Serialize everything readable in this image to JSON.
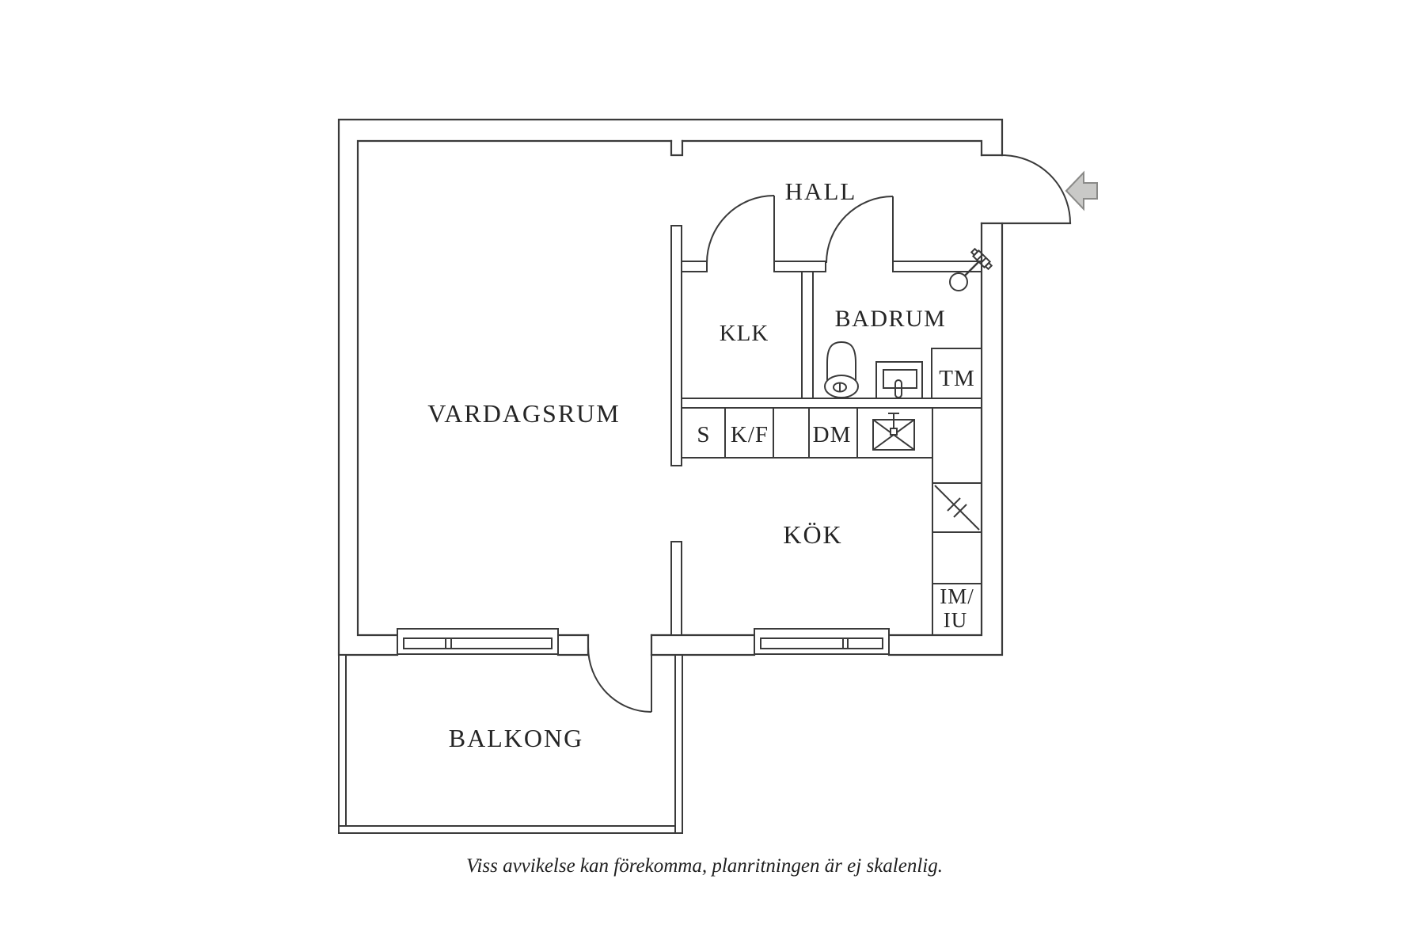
{
  "page": {
    "caption": "Viss avvikelse kan förekomma, planritningen är ej skalenlig.",
    "background_color": "#ffffff"
  },
  "plan": {
    "line_color": "#3a3a3a",
    "label_color": "#252525",
    "arrow_fill": "#c9c9c7",
    "arrow_stroke": "#8a8a88",
    "rooms": {
      "vardagsrum": {
        "label": "VARDAGSRUM"
      },
      "hall": {
        "label": "HALL"
      },
      "klk": {
        "label": "KLK"
      },
      "badrum": {
        "label": "BADRUM"
      },
      "kok": {
        "label": "KÖK"
      },
      "balkong": {
        "label": "BALKONG"
      }
    },
    "appliances": {
      "tm": {
        "label": "TM"
      },
      "s": {
        "label": "S"
      },
      "kf": {
        "label": "K/F"
      },
      "dm": {
        "label": "DM"
      },
      "im_iu": {
        "label_line1": "IM/",
        "label_line2": "IU"
      }
    }
  }
}
